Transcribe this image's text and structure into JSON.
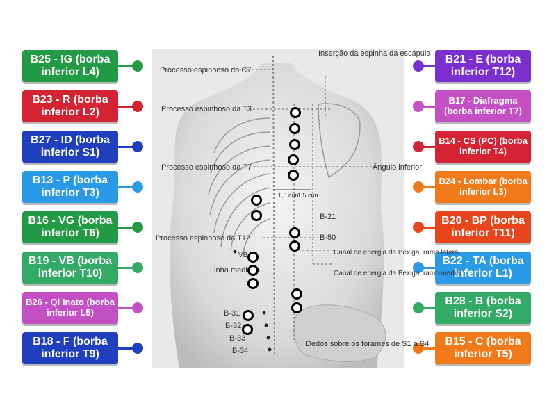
{
  "left_labels": [
    {
      "text": "B25 - IG (borba inferior L4)",
      "color": "#239b45"
    },
    {
      "text": "B23 - R (borba inferior L2)",
      "color": "#d42333"
    },
    {
      "text": "B27 - ID (borba inferior S1)",
      "color": "#1f3fbf"
    },
    {
      "text": "B13 - P (borba inferior T3)",
      "color": "#2a9ae6"
    },
    {
      "text": "B16 - VG (borba inferior T6)",
      "color": "#239b45"
    },
    {
      "text": "B19 - VB (borba inferior T10)",
      "color": "#33aa66"
    },
    {
      "text": "B26 - Qi Inato (borba inferior L5)",
      "color": "#c451c4"
    },
    {
      "text": "B18 - F (borba inferior T9)",
      "color": "#1f3fbf"
    }
  ],
  "right_labels": [
    {
      "text": "B21 - E (borba inferior T12)",
      "color": "#7b2fd0"
    },
    {
      "text": "B17 - Diafragma (borba inferior T7)",
      "color": "#c451c4"
    },
    {
      "text": "B14 - CS (PC) (borba inferior T4)",
      "color": "#d42333"
    },
    {
      "text": "B24 - Lombar (borba inferior L3)",
      "color": "#f07a1a"
    },
    {
      "text": "B20 - BP (borba inferior T11)",
      "color": "#e8451c"
    },
    {
      "text": "B22 - TA (borba inferior L1)",
      "color": "#2a9ae6"
    },
    {
      "text": "B28 - B (borba inferior S2)",
      "color": "#33aa66"
    },
    {
      "text": "B15 - C (borba inferior T5)",
      "color": "#f07a1a"
    }
  ],
  "image": {
    "c7": "Processo espinhoso da C7",
    "t3": "Processo espinhoso da T3",
    "t7": "Processo espinhoso da T7",
    "t12": "Processo espinhoso da T12",
    "insercao": "Inserção da espinha da escápula",
    "angulo": "Ângulo inferior",
    "cun": "1,5 cun",
    "b21": "B-21",
    "b50": "B-50",
    "vb": "VB-25",
    "linha": "Linha mediana",
    "canal_lateral": "Canal de energia da Bexiga, ramo lateral",
    "canal_medial": "Canal de energia da Bexiga, ramo medial",
    "b31": "B-31",
    "b32": "B-32",
    "b33": "B-33",
    "b34": "B-34",
    "dedos": "Dedos sobre os forames de S1 a S4"
  }
}
